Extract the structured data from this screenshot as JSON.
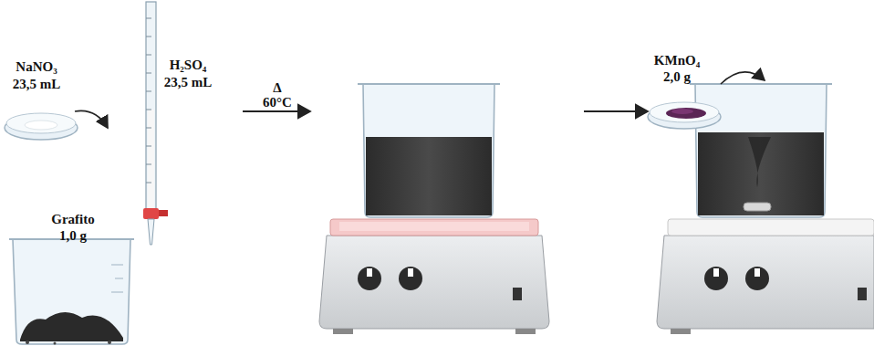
{
  "diagram": {
    "labels": [
      "NaNO₃",
      "23,5 mL",
      "H₂SO₄",
      "23,5 mL",
      "Grafito",
      "1,0 g",
      "Δ",
      "60°C",
      "KMnO₄",
      "2,0 g"
    ]
  }
}
